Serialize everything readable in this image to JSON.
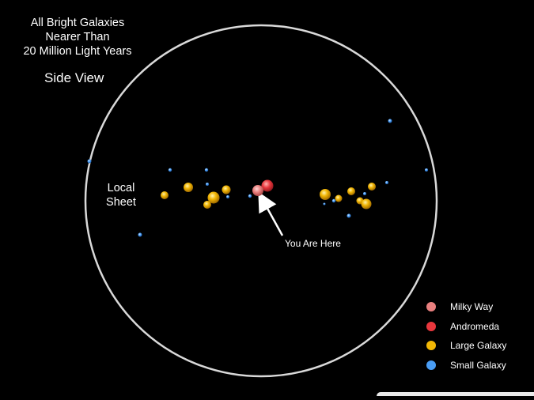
{
  "title_lines": [
    "All Bright Galaxies",
    "Nearer Than",
    "20 Million Light Years"
  ],
  "subtitle": "Side View",
  "region_label_lines": [
    "Local",
    "Sheet"
  ],
  "pointer_label": "You Are Here",
  "colors": {
    "background": "#000000",
    "boundary": "#d9d9d9",
    "milky_way": "#e9807f",
    "andromeda": "#e8373d",
    "large_galaxy": "#f2b705",
    "small_galaxy": "#4a9df5"
  },
  "legend": [
    {
      "label": "Milky Way",
      "category": "milky_way"
    },
    {
      "label": "Andromeda",
      "category": "andromeda"
    },
    {
      "label": "Large Galaxy",
      "category": "large_galaxy"
    },
    {
      "label": "Small Galaxy",
      "category": "small_galaxy"
    }
  ],
  "galaxy_categories": {
    "milky_way": 1,
    "andromeda": 1,
    "large_galaxy": 14,
    "small_galaxy": 19
  }
}
